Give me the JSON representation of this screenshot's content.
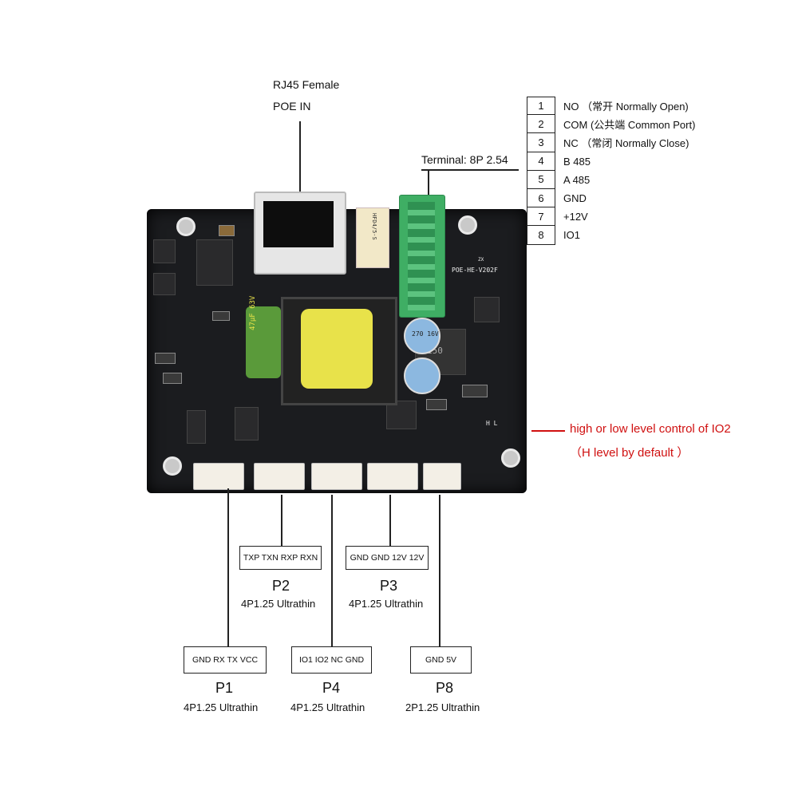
{
  "rj45": {
    "line1": "RJ45 Female",
    "line2": "POE  IN"
  },
  "terminal": {
    "label": "Terminal: 8P 2.54",
    "pins": [
      {
        "num": "1",
        "text": "NO   （常开 Normally Open)"
      },
      {
        "num": "2",
        "text": "COM (公共端 Common Port)"
      },
      {
        "num": "3",
        "text": "NC   （常闭 Normally Close)"
      },
      {
        "num": "4",
        "text": "B 485"
      },
      {
        "num": "5",
        "text": "A 485"
      },
      {
        "num": "6",
        "text": "GND"
      },
      {
        "num": "7",
        "text": "+12V"
      },
      {
        "num": "8",
        "text": "IO1"
      }
    ]
  },
  "io2_note": {
    "line1": "high or low level control of IO2",
    "line2": "（H level by default ）"
  },
  "board_silk": {
    "model": "POE-HE-V202F",
    "mark": "ZX",
    "relay": "HFD4/5-S",
    "cap": "47μF 63V",
    "inductor": "150",
    "cap2": "270 16V",
    "hl": "H  L"
  },
  "ports": {
    "p1": {
      "pins": "GND  RX  TX  VCC",
      "name": "P1",
      "desc": "4P1.25 Ultrathin"
    },
    "p2": {
      "pins": "TXP TXN RXP RXN",
      "name": "P2",
      "desc": "4P1.25 Ultrathin"
    },
    "p3": {
      "pins": "GND GND 12V 12V",
      "name": "P3",
      "desc": "4P1.25 Ultrathin"
    },
    "p4": {
      "pins": "IO1 IO2  NC  GND",
      "name": "P4",
      "desc": "4P1.25 Ultrathin"
    },
    "p8": {
      "pins": "GND     5V",
      "name": "P8",
      "desc": "2P1.25 Ultrathin"
    }
  },
  "colors": {
    "note": "#d01010",
    "board": "#1b1c1f",
    "terminal_block": "#3fae64",
    "transformer_core": "#e8e24a"
  }
}
